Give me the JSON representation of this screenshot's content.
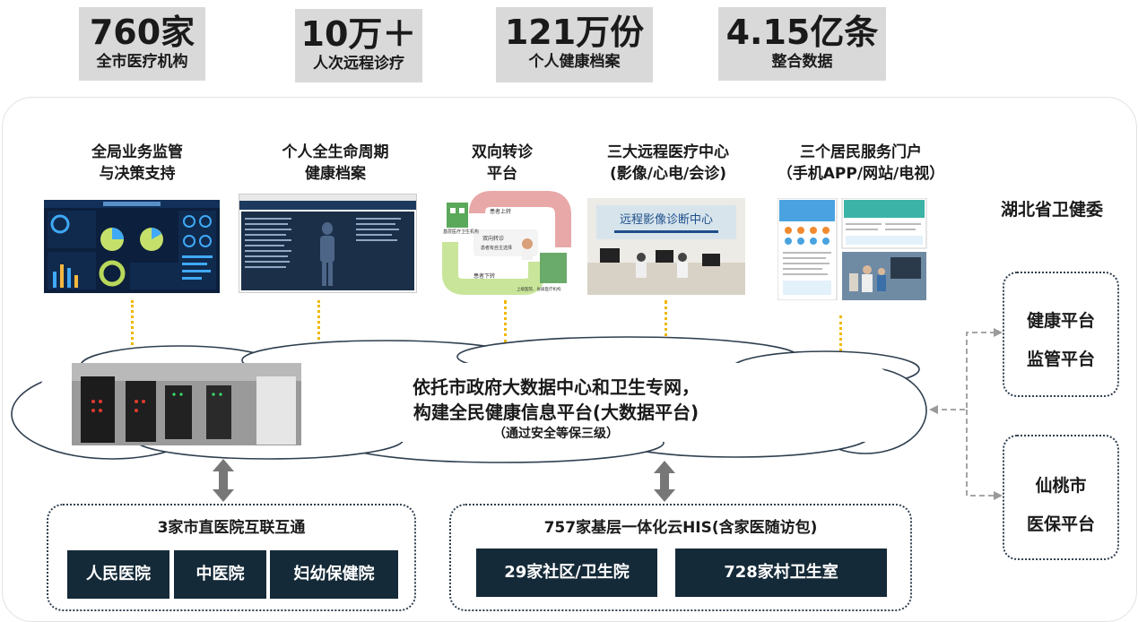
{
  "stats": [
    {
      "value": "760家",
      "label": "全市医疗机构"
    },
    {
      "value": "10万＋",
      "label": "人次远程诊疗"
    },
    {
      "value": "121万份",
      "label": "个人健康档案"
    },
    {
      "value": "4.15亿条",
      "label": "整合数据"
    }
  ],
  "modules": [
    {
      "line1": "全局业务监管",
      "line2": "与决策支持"
    },
    {
      "line1": "个人全生命周期",
      "line2": "健康档案"
    },
    {
      "line1": "双向转诊",
      "line2": "平台"
    },
    {
      "line1": "三大远程医疗中心",
      "line2": "(影像/心电/会诊)"
    },
    {
      "line1": "三个居民服务门户",
      "line2": "（手机APP/网站/电视）"
    }
  ],
  "referral": {
    "top": "患者上转",
    "left": "基层医疗卫生机构",
    "middle": "双向转诊",
    "middle2": "患者有自主选择",
    "bottom": "患者下转",
    "right": "上级医院、省级医疗机构"
  },
  "remote_center_sign": "远程影像诊断中心",
  "cloud": {
    "line1": "依托市政府大数据中心和卫生专网，",
    "line2": "构建全民健康信息平台(大数据平台)",
    "line3": "（通过安全等保三级）"
  },
  "side": {
    "title": "湖北省卫健委",
    "box1": [
      "健康平台",
      "监管平台"
    ],
    "box2": [
      "仙桃市",
      "医保平台"
    ]
  },
  "group_left": {
    "title": "3家市直医院互联互通",
    "items": [
      "人民医院",
      "中医院",
      "妇幼保健院"
    ]
  },
  "group_right": {
    "title": "757家基层一体化云HIS(含家医随访包)",
    "items": [
      "29家社区/卫生院",
      "728家村卫生室"
    ]
  },
  "colors": {
    "stat_bg": "#d9d9d9",
    "accent_dots": "#f2b700",
    "dark_box": "#152a38",
    "arrow": "#777777"
  }
}
